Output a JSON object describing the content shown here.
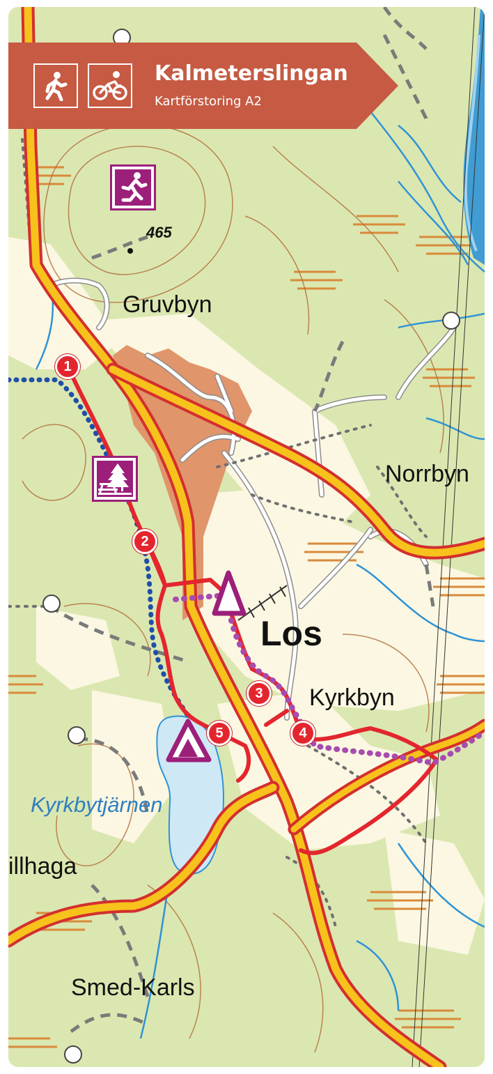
{
  "banner": {
    "title": "Kalmeterslingan",
    "subtitle": "Kartförstoring A2",
    "icons": [
      "hiking-icon",
      "cycling-icon"
    ],
    "color": "#c65a43"
  },
  "places": {
    "gruvbyn": "Gruvbyn",
    "norrbyn": "Norrbyn",
    "los": "Los",
    "kyrkbyn": "Kyrkbyn",
    "smed_karls": "Smed-Karls",
    "illhaga": "illhaga"
  },
  "water": {
    "lake": "Kyrkbytjärnen"
  },
  "elevation": "465",
  "markers": [
    "1",
    "2",
    "3",
    "4",
    "5"
  ],
  "poi_icons": [
    "running-icon",
    "picnic-icon",
    "campsite-icon",
    "shelter-icon"
  ],
  "colors": {
    "land": "#dbe7b0",
    "road": "#f7c21b",
    "trail": "#e3262e",
    "water": "#2f93d6",
    "poi": "#9c1f7a"
  }
}
